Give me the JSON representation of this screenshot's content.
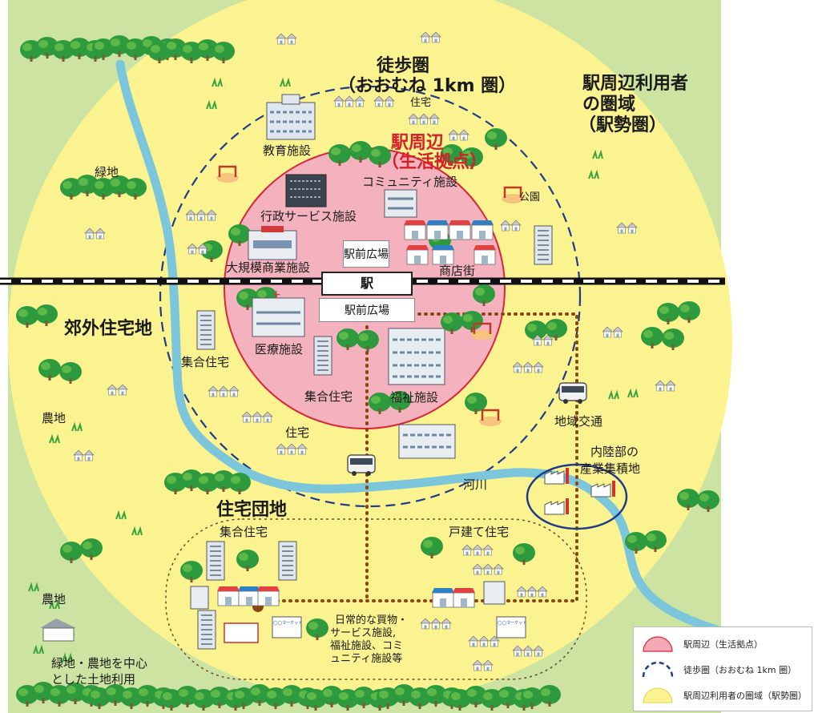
{
  "labels": {
    "walking_area": "徒歩圏",
    "walking_area_sub": "（おおむね 1km 圏）",
    "catchment": [
      "駅周辺利用者",
      "の圏域",
      "（駅勢圏）"
    ],
    "station_area": "駅周辺",
    "station_area_sub": "（生活拠点）",
    "green_area": "緑地",
    "education": "教育施設",
    "housing_top": "住宅",
    "community": "コミュニティ施設",
    "park": "公園",
    "admin": "行政サービス施設",
    "large_retail": "大規模商業施設",
    "plaza_north": "駅前広場",
    "shopping_street": "商店街",
    "station": "駅",
    "plaza_south": "駅前広場",
    "suburban": "郊外住宅地",
    "apartments_left": "集合住宅",
    "medical": "医療施設",
    "apartments_center": "集合住宅",
    "welfare": "福祉施設",
    "farmland_left": "農地",
    "housing_mid": "住宅",
    "local_transport": "地域交通",
    "industrial": [
      "内陸部の",
      "産業集積地"
    ],
    "river": "河川",
    "estate": "住宅団地",
    "estate_apartments": "集合住宅",
    "detached": "戸建て住宅",
    "daily_facilities": [
      "日常的な買物・",
      "サービス施設,",
      "福祉施設、コミ",
      "ュニティ施設等"
    ],
    "farmland_bottom": "農地",
    "landuse": [
      "緑地・農地を中心",
      "とした土地利用"
    ],
    "mini_store": "◯◯マーケット"
  },
  "legend": [
    {
      "label": "駅周辺（生活拠点）",
      "color": "#f3a9b6"
    },
    {
      "label": "徒歩圏（おおむね 1km 圏）",
      "color": "#1f3b8a"
    },
    {
      "label": "駅周辺利用者の圏域（駅勢圏）",
      "color": "#fbf38f"
    }
  ],
  "colors": {
    "background": "#cde3a1",
    "catchment": "#fbf38f",
    "station_area": "#f4b2bf",
    "station_border": "#d9243a",
    "walking_border": "#1f3b8a",
    "river": "#7cc6dc",
    "path": "#8b4513",
    "tree": "#2e9a3e",
    "tree_light": "#5cb848"
  }
}
